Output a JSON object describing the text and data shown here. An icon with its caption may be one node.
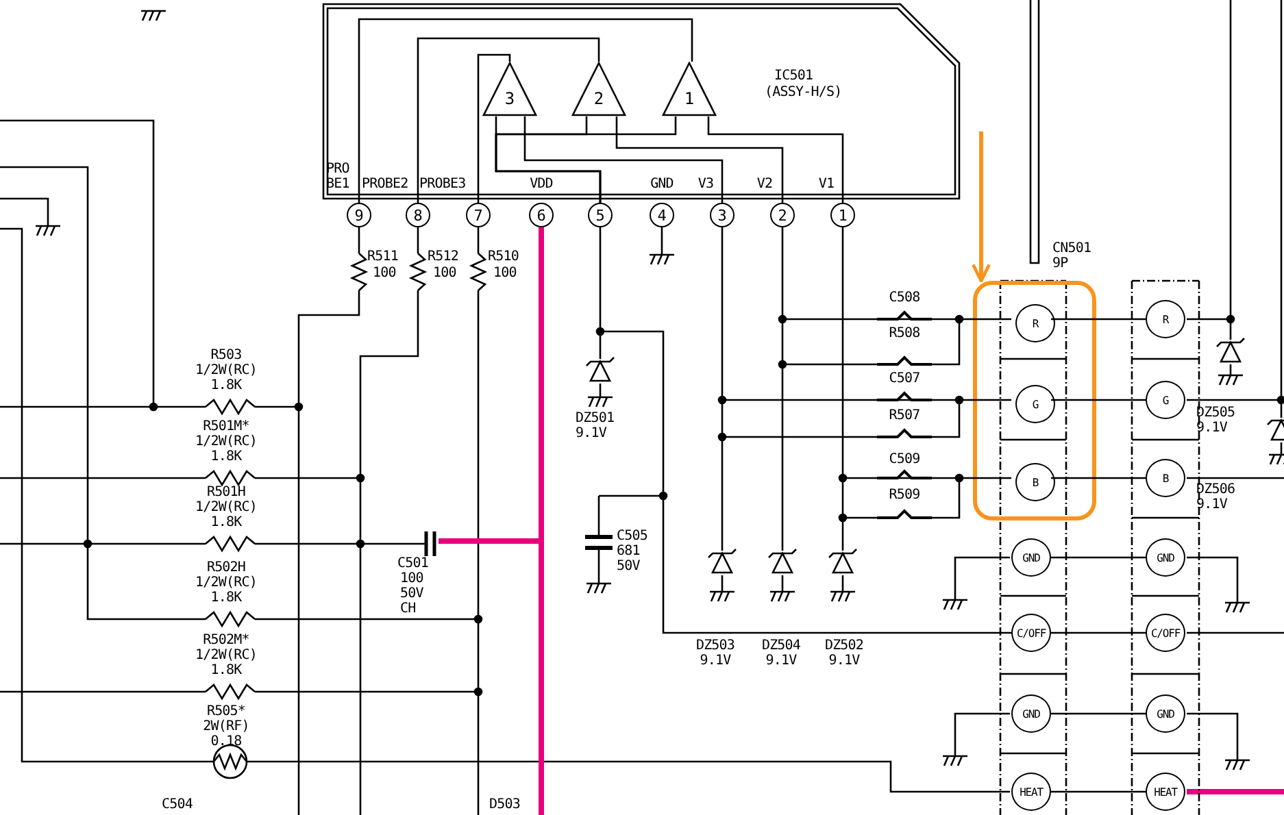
{
  "diagram": {
    "nodes": [
      {
        "text": [
          "IC501",
          "(ASSY-H/S)"
        ]
      },
      {
        "text": [
          "3"
        ],
        "in": 0
      },
      {
        "text": [
          "2"
        ],
        "in": 0
      },
      {
        "text": [
          "1"
        ],
        "in": 0
      },
      {
        "text": [
          "9"
        ]
      },
      {
        "text": [
          "8"
        ]
      },
      {
        "text": [
          "7"
        ]
      },
      {
        "text": [
          "6"
        ]
      },
      {
        "text": [
          "5"
        ]
      },
      {
        "text": [
          "4"
        ]
      },
      {
        "text": [
          "3"
        ]
      },
      {
        "text": [
          "2"
        ]
      },
      {
        "text": [
          "1"
        ]
      },
      {
        "text": [],
        "shape": "box"
      },
      {
        "text": [
          "R"
        ],
        "in": 13
      },
      {
        "text": [
          "G"
        ],
        "in": 13
      },
      {
        "text": [
          "B"
        ],
        "in": 13
      },
      {
        "text": [
          "GND"
        ]
      },
      {
        "text": [
          "C/OFF"
        ]
      },
      {
        "text": [
          "GND"
        ]
      },
      {
        "text": [
          "HEAT"
        ]
      },
      {
        "text": [
          "R"
        ]
      },
      {
        "text": [
          "G"
        ]
      },
      {
        "text": [
          "B"
        ]
      },
      {
        "text": [
          "GND"
        ]
      },
      {
        "text": [
          "C/OFF"
        ]
      },
      {
        "text": [
          "GND"
        ]
      },
      {
        "text": [
          "HEAT"
        ]
      }
    ],
    "edges": [
      {
        "from": 4,
        "to": 3,
        "arrow": "none"
      },
      {
        "from": 5,
        "to": 2,
        "arrow": "none"
      },
      {
        "from": 6,
        "to": 1,
        "arrow": "none"
      },
      {
        "from": 1,
        "to": 10,
        "arrow": "none"
      },
      {
        "from": 2,
        "to": 11,
        "arrow": "none"
      },
      {
        "from": 3,
        "to": 12,
        "arrow": "none"
      },
      {
        "from": 1,
        "to": 8,
        "arrow": "none"
      },
      {
        "from": 2,
        "to": 8,
        "arrow": "none"
      },
      {
        "from": 3,
        "to": 8,
        "arrow": "none"
      },
      {
        "from": null,
        "to": 13,
        "arrow": "to",
        "style": "thick",
        "color": "#f7941d"
      },
      {
        "from": 14,
        "to": 21,
        "arrow": "none"
      },
      {
        "from": 15,
        "to": 22,
        "arrow": "none"
      },
      {
        "from": 16,
        "to": 23,
        "arrow": "none"
      },
      {
        "from": 17,
        "to": 24,
        "arrow": "none"
      },
      {
        "from": 18,
        "to": 25,
        "arrow": "none"
      },
      {
        "from": 19,
        "to": 26,
        "arrow": "none"
      },
      {
        "from": 20,
        "to": 27,
        "arrow": "none"
      },
      {
        "from": 8,
        "to": 18,
        "arrow": "none"
      },
      {
        "from": 10,
        "to": 15,
        "arrow": "none"
      },
      {
        "from": 11,
        "to": 14,
        "arrow": "none"
      },
      {
        "from": 12,
        "to": 16,
        "arrow": "none"
      }
    ],
    "labels": [
      "PRO BE1",
      "PROBE2",
      "PROBE3",
      "VDD",
      "GND",
      "V3",
      "V2",
      "V1",
      "CN501",
      "9P",
      "R511",
      "100",
      "R512",
      "100",
      "R510",
      "100",
      "R503",
      "1/2W(RC)",
      "1.8K",
      "R501M*",
      "1/2W(RC)",
      "1.8K",
      "R501H",
      "1/2W(RC)",
      "1.8K",
      "R502H",
      "1/2W(RC)",
      "1.8K",
      "R502M*",
      "1/2W(RC)",
      "1.8K",
      "R505*",
      "2W(RF)",
      "0.18",
      "C501",
      "100",
      "50V",
      "CH",
      "DZ501",
      "9.1V",
      "C505",
      "681",
      "50V",
      "C508",
      "R508",
      "C507",
      "R507",
      "C509",
      "R509",
      "DZ503",
      "9.1V",
      "DZ504",
      "9.1V",
      "DZ502",
      "9.1V",
      "DZ505",
      "9.1V",
      "DZ506",
      "9.1V",
      "C504",
      "D503"
    ]
  }
}
